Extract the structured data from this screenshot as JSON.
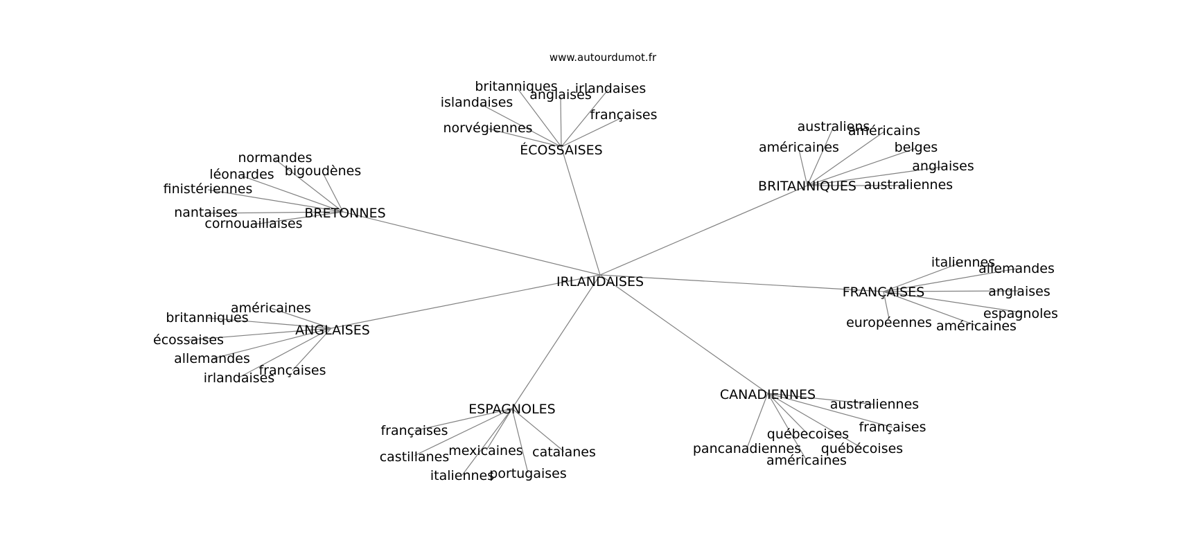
{
  "watermark": "www.autourdumot.fr",
  "center": "IRLANDAISES",
  "clusters": [
    {
      "hub": "ÉCOSSAISES",
      "words": [
        "britanniques",
        "anglaises",
        "irlandaises",
        "islandaises",
        "françaises",
        "norvégiennes"
      ]
    },
    {
      "hub": "BRITANNIQUES",
      "words": [
        "australiens",
        "américains",
        "américaines",
        "belges",
        "anglaises",
        "australiennes"
      ]
    },
    {
      "hub": "BRETONNES",
      "words": [
        "normandes",
        "bigoudènes",
        "léonardes",
        "finistériennes",
        "nantaises",
        "cornouaillaises"
      ]
    },
    {
      "hub": "FRANÇAISES",
      "words": [
        "italiennes",
        "allemandes",
        "anglaises",
        "espagnoles",
        "européennes",
        "américaines"
      ]
    },
    {
      "hub": "ANGLAISES",
      "words": [
        "américaines",
        "britanniques",
        "écossaises",
        "allemandes",
        "françaises",
        "irlandaises"
      ]
    },
    {
      "hub": "CANADIENNES",
      "words": [
        "australiennes",
        "françaises",
        "québecoises",
        "québécoises",
        "pancanadiennes",
        "américaines"
      ]
    },
    {
      "hub": "ESPAGNOLES",
      "words": [
        "françaises",
        "castillanes",
        "mexicaines",
        "catalanes",
        "italiennes",
        "portugaises"
      ]
    }
  ]
}
